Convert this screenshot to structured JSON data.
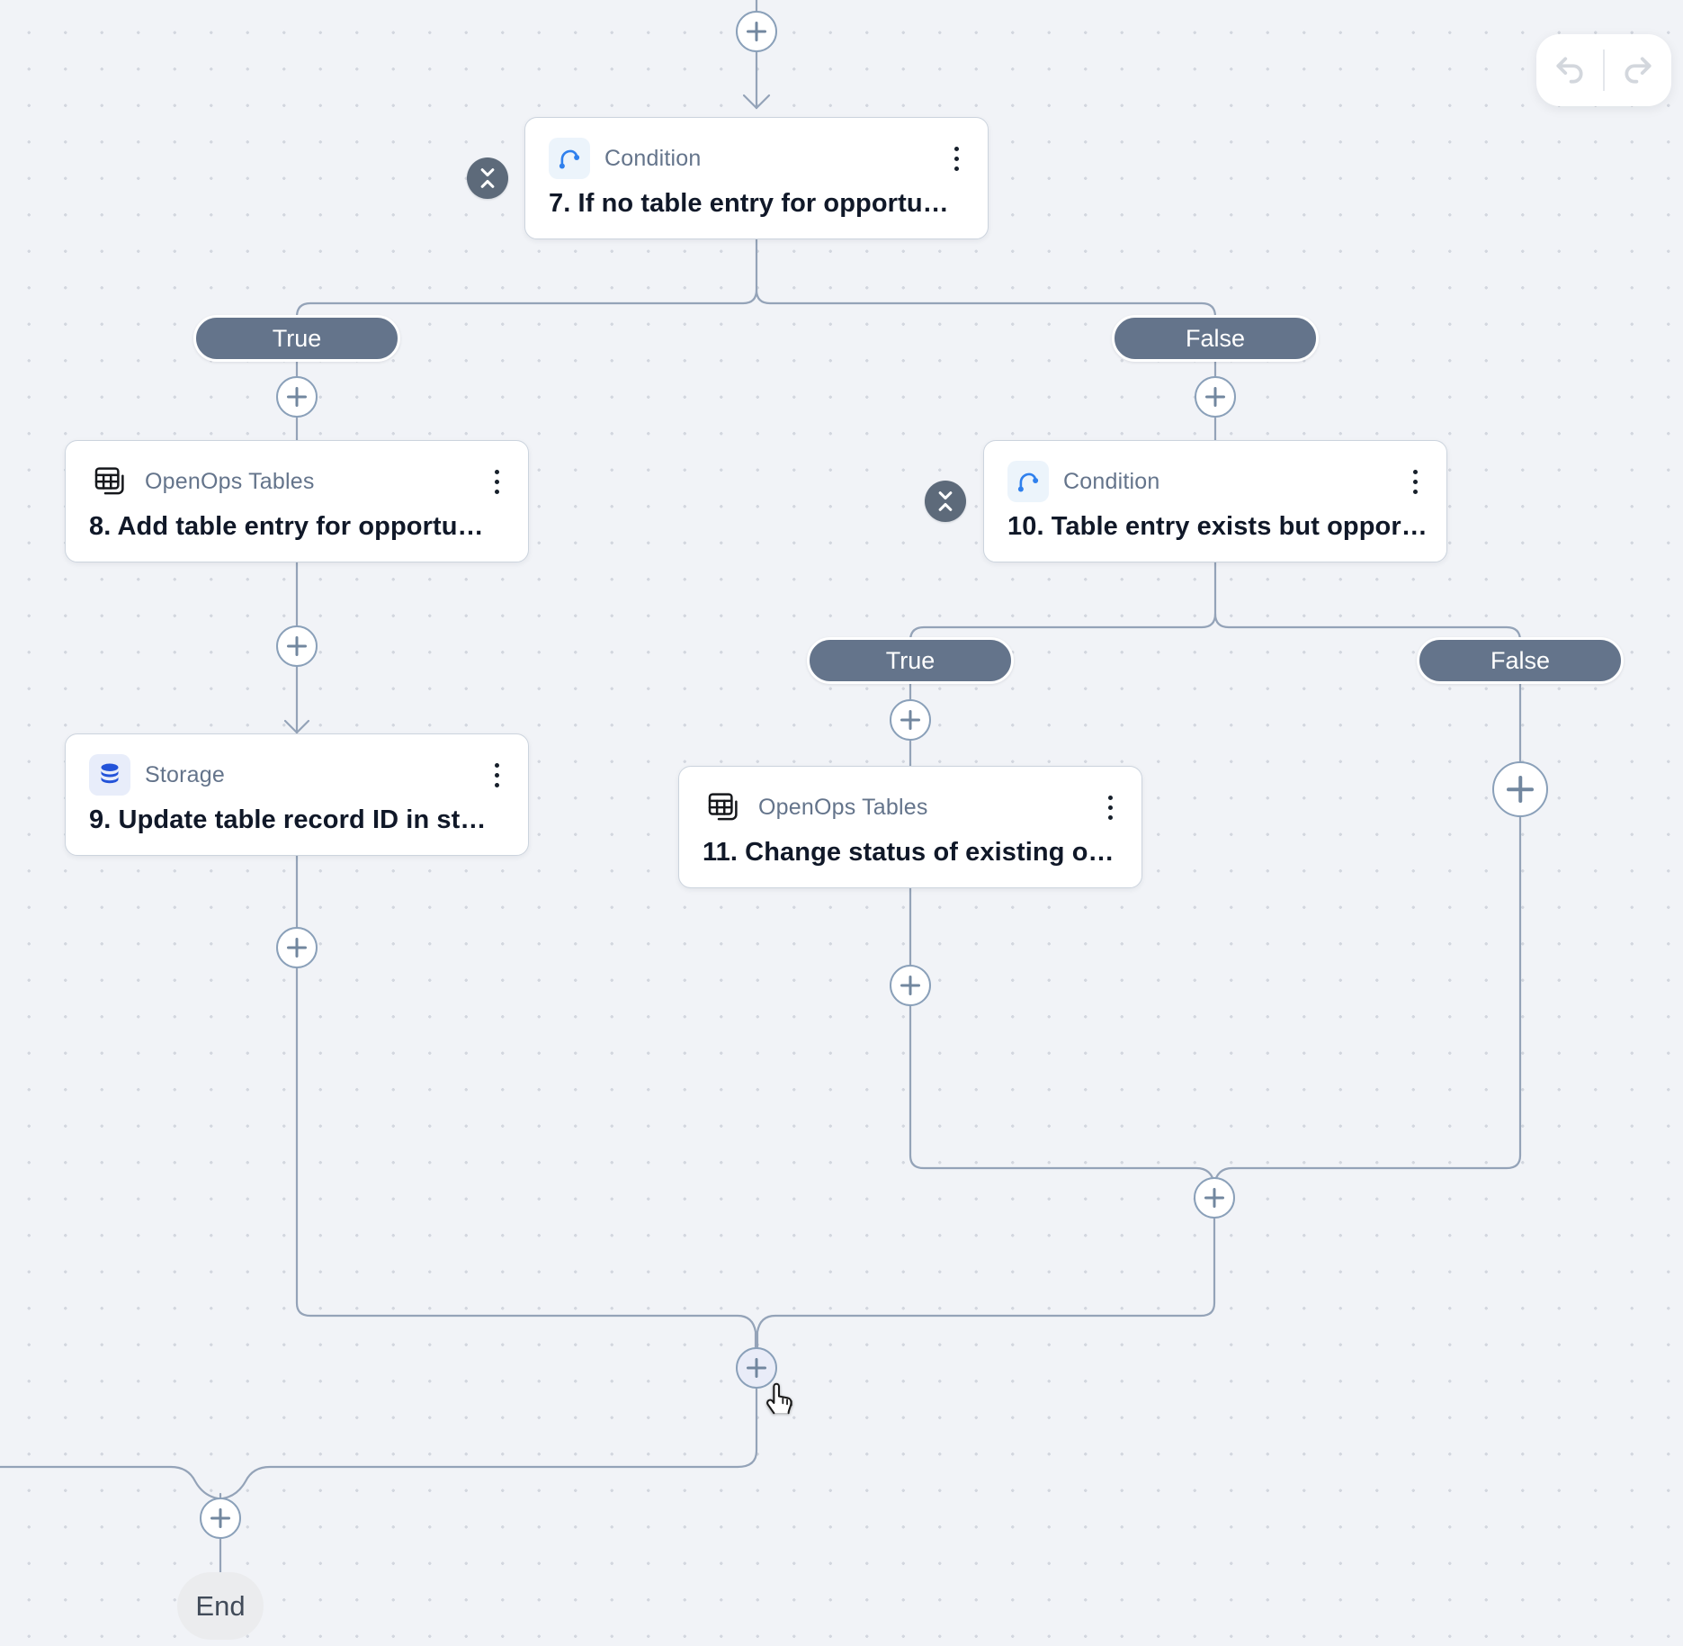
{
  "toolbar": {
    "undo_icon": "undo-arrow",
    "redo_icon": "redo-arrow"
  },
  "nodes": {
    "n7": {
      "app": "Condition",
      "title": "7. If no table entry for opportu…"
    },
    "n8": {
      "app": "OpenOps Tables",
      "title": "8. Add table entry for opportu…"
    },
    "n9": {
      "app": "Storage",
      "title": "9. Update table record ID in st…"
    },
    "n10": {
      "app": "Condition",
      "title": "10. Table entry exists but oppor…"
    },
    "n11": {
      "app": "OpenOps Tables",
      "title": "11. Change status of existing o…"
    }
  },
  "branches": {
    "branch1_true": "True",
    "branch1_false": "False",
    "branch2_true": "True",
    "branch2_false": "False"
  },
  "terminal": {
    "end_label": "End"
  },
  "colors": {
    "canvas_bg": "#f1f3f7",
    "connector": "#94a3b8",
    "pill_bg": "#64748b",
    "condition_icon_blue": "#2f80ed",
    "storage_icon_blue": "#2353d9",
    "collapse_badge_bg": "#5d6a7a"
  }
}
